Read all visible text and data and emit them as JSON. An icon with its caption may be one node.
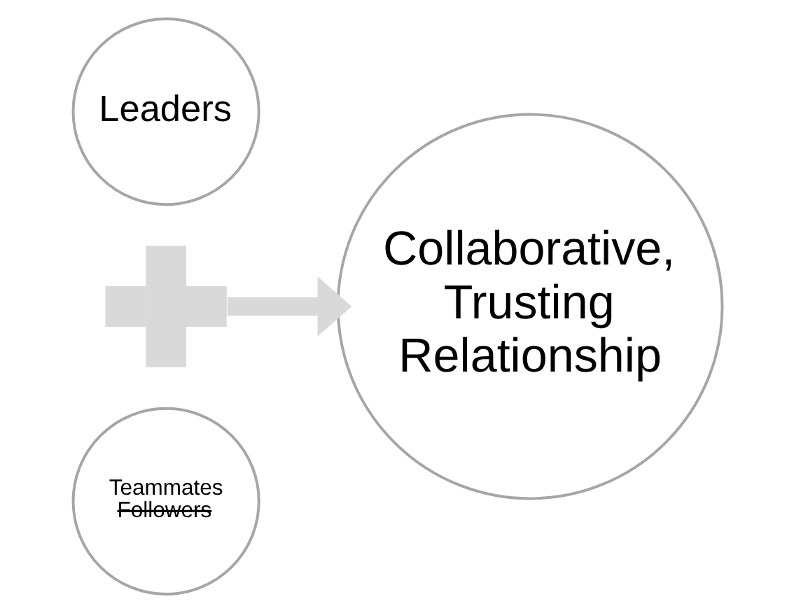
{
  "diagram": {
    "nodes": [
      {
        "text": [
          "Leaders"
        ]
      },
      {
        "text": [],
        "shape": "plus"
      },
      {
        "text": [
          "Teammates",
          "Followers"
        ]
      },
      {
        "text": [
          "Collaborative, Trusting Relationship"
        ]
      }
    ],
    "edges": [
      {
        "from": 1,
        "to": 3,
        "arrow": "to"
      }
    ]
  }
}
